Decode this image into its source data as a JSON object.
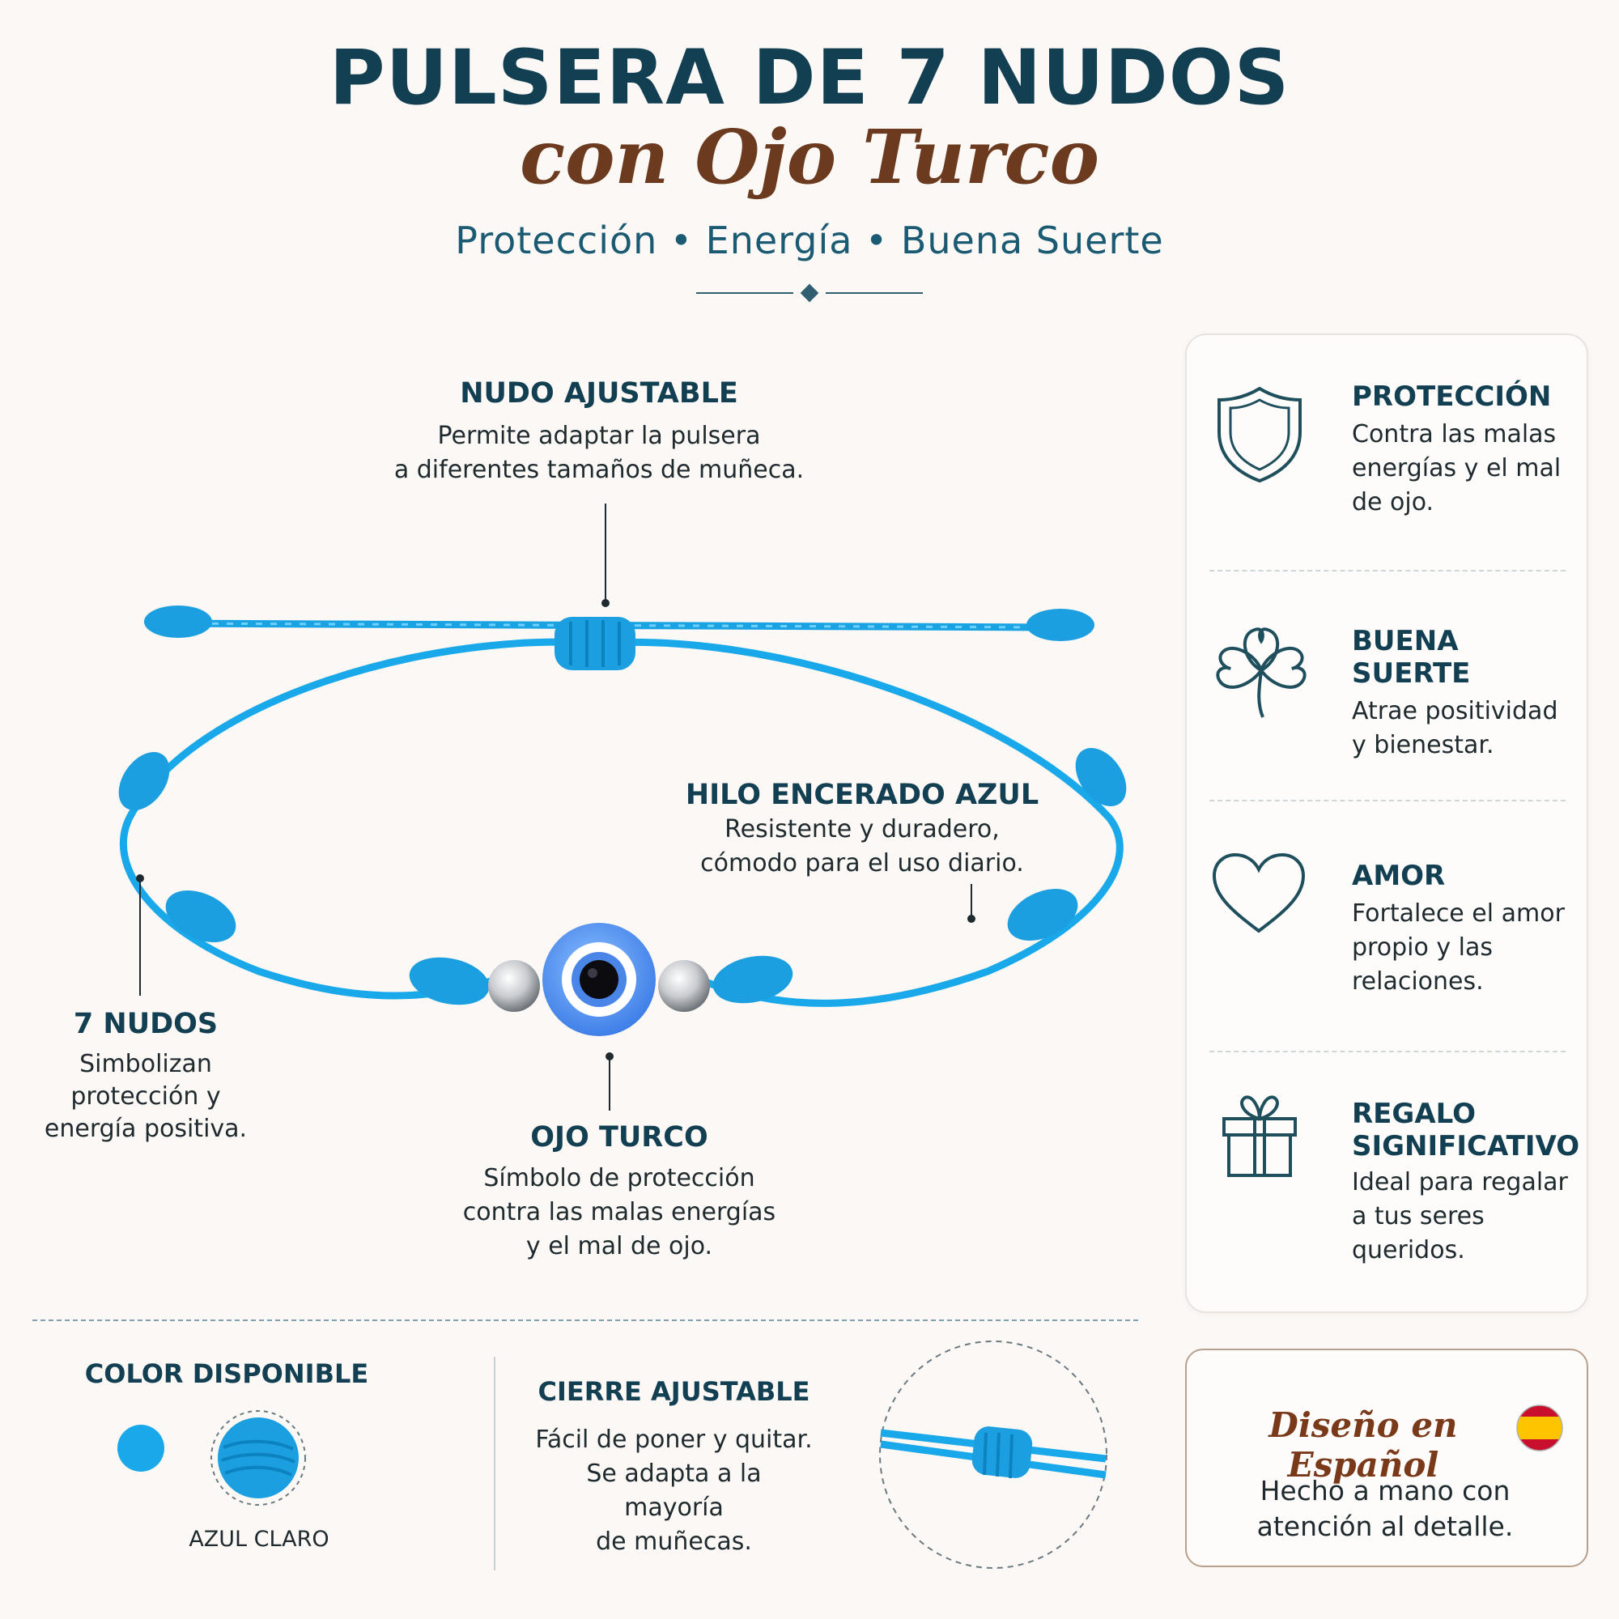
{
  "header": {
    "title": "PULSERA DE 7 NUDOS",
    "subtitle": "con Ojo Turco",
    "tagline": "Protección • Energía • Buena Suerte"
  },
  "callouts": {
    "adjustable_knot": {
      "heading": "NUDO AJUSTABLE",
      "lines": [
        "Permite adaptar la pulsera",
        "a diferentes tamaños de muñeca."
      ]
    },
    "waxed_thread": {
      "heading": "HILO ENCERADO AZUL",
      "lines": [
        "Resistente y duradero,",
        "cómodo para el uso diario."
      ]
    },
    "seven_knots": {
      "heading": "7 NUDOS",
      "lines": [
        "Simbolizan",
        "protección y",
        "energía positiva."
      ]
    },
    "evil_eye": {
      "heading": "OJO TURCO",
      "lines": [
        "Símbolo de protección",
        "contra las malas energías",
        "y el mal de ojo."
      ]
    }
  },
  "features": [
    {
      "icon": "shield-icon",
      "heading": "PROTECCIÓN",
      "lines": [
        "Contra las malas",
        "energías y el mal",
        "de ojo."
      ]
    },
    {
      "icon": "clover-icon",
      "heading": "BUENA SUERTE",
      "lines": [
        "Atrae positividad",
        "y bienestar."
      ]
    },
    {
      "icon": "heart-icon",
      "heading": "AMOR",
      "lines": [
        "Fortalece el amor",
        "propio y las",
        "relaciones."
      ]
    },
    {
      "icon": "gift-icon",
      "heading_lines": [
        "REGALO",
        "SIGNIFICATIVO"
      ],
      "lines": [
        "Ideal para regalar",
        "a tus seres",
        "queridos."
      ]
    }
  ],
  "color_section": {
    "heading": "COLOR DISPONIBLE",
    "swatch_color": "#19a9ea",
    "color_name": "AZUL CLARO"
  },
  "closure_section": {
    "heading": "CIERRE AJUSTABLE",
    "lines": [
      "Fácil de poner y quitar.",
      "Se adapta a la mayoría",
      "de muñecas."
    ]
  },
  "made_in": {
    "title": "Diseño en Español",
    "lines": [
      "Hecho a mano con",
      "atención al detalle."
    ],
    "flag_icon": "spain-flag-icon"
  },
  "colors": {
    "navy": "#123f52",
    "brown": "#6b3a1f",
    "cord_blue": "#19a9ea",
    "eye_blue": "#5b9cf5"
  }
}
